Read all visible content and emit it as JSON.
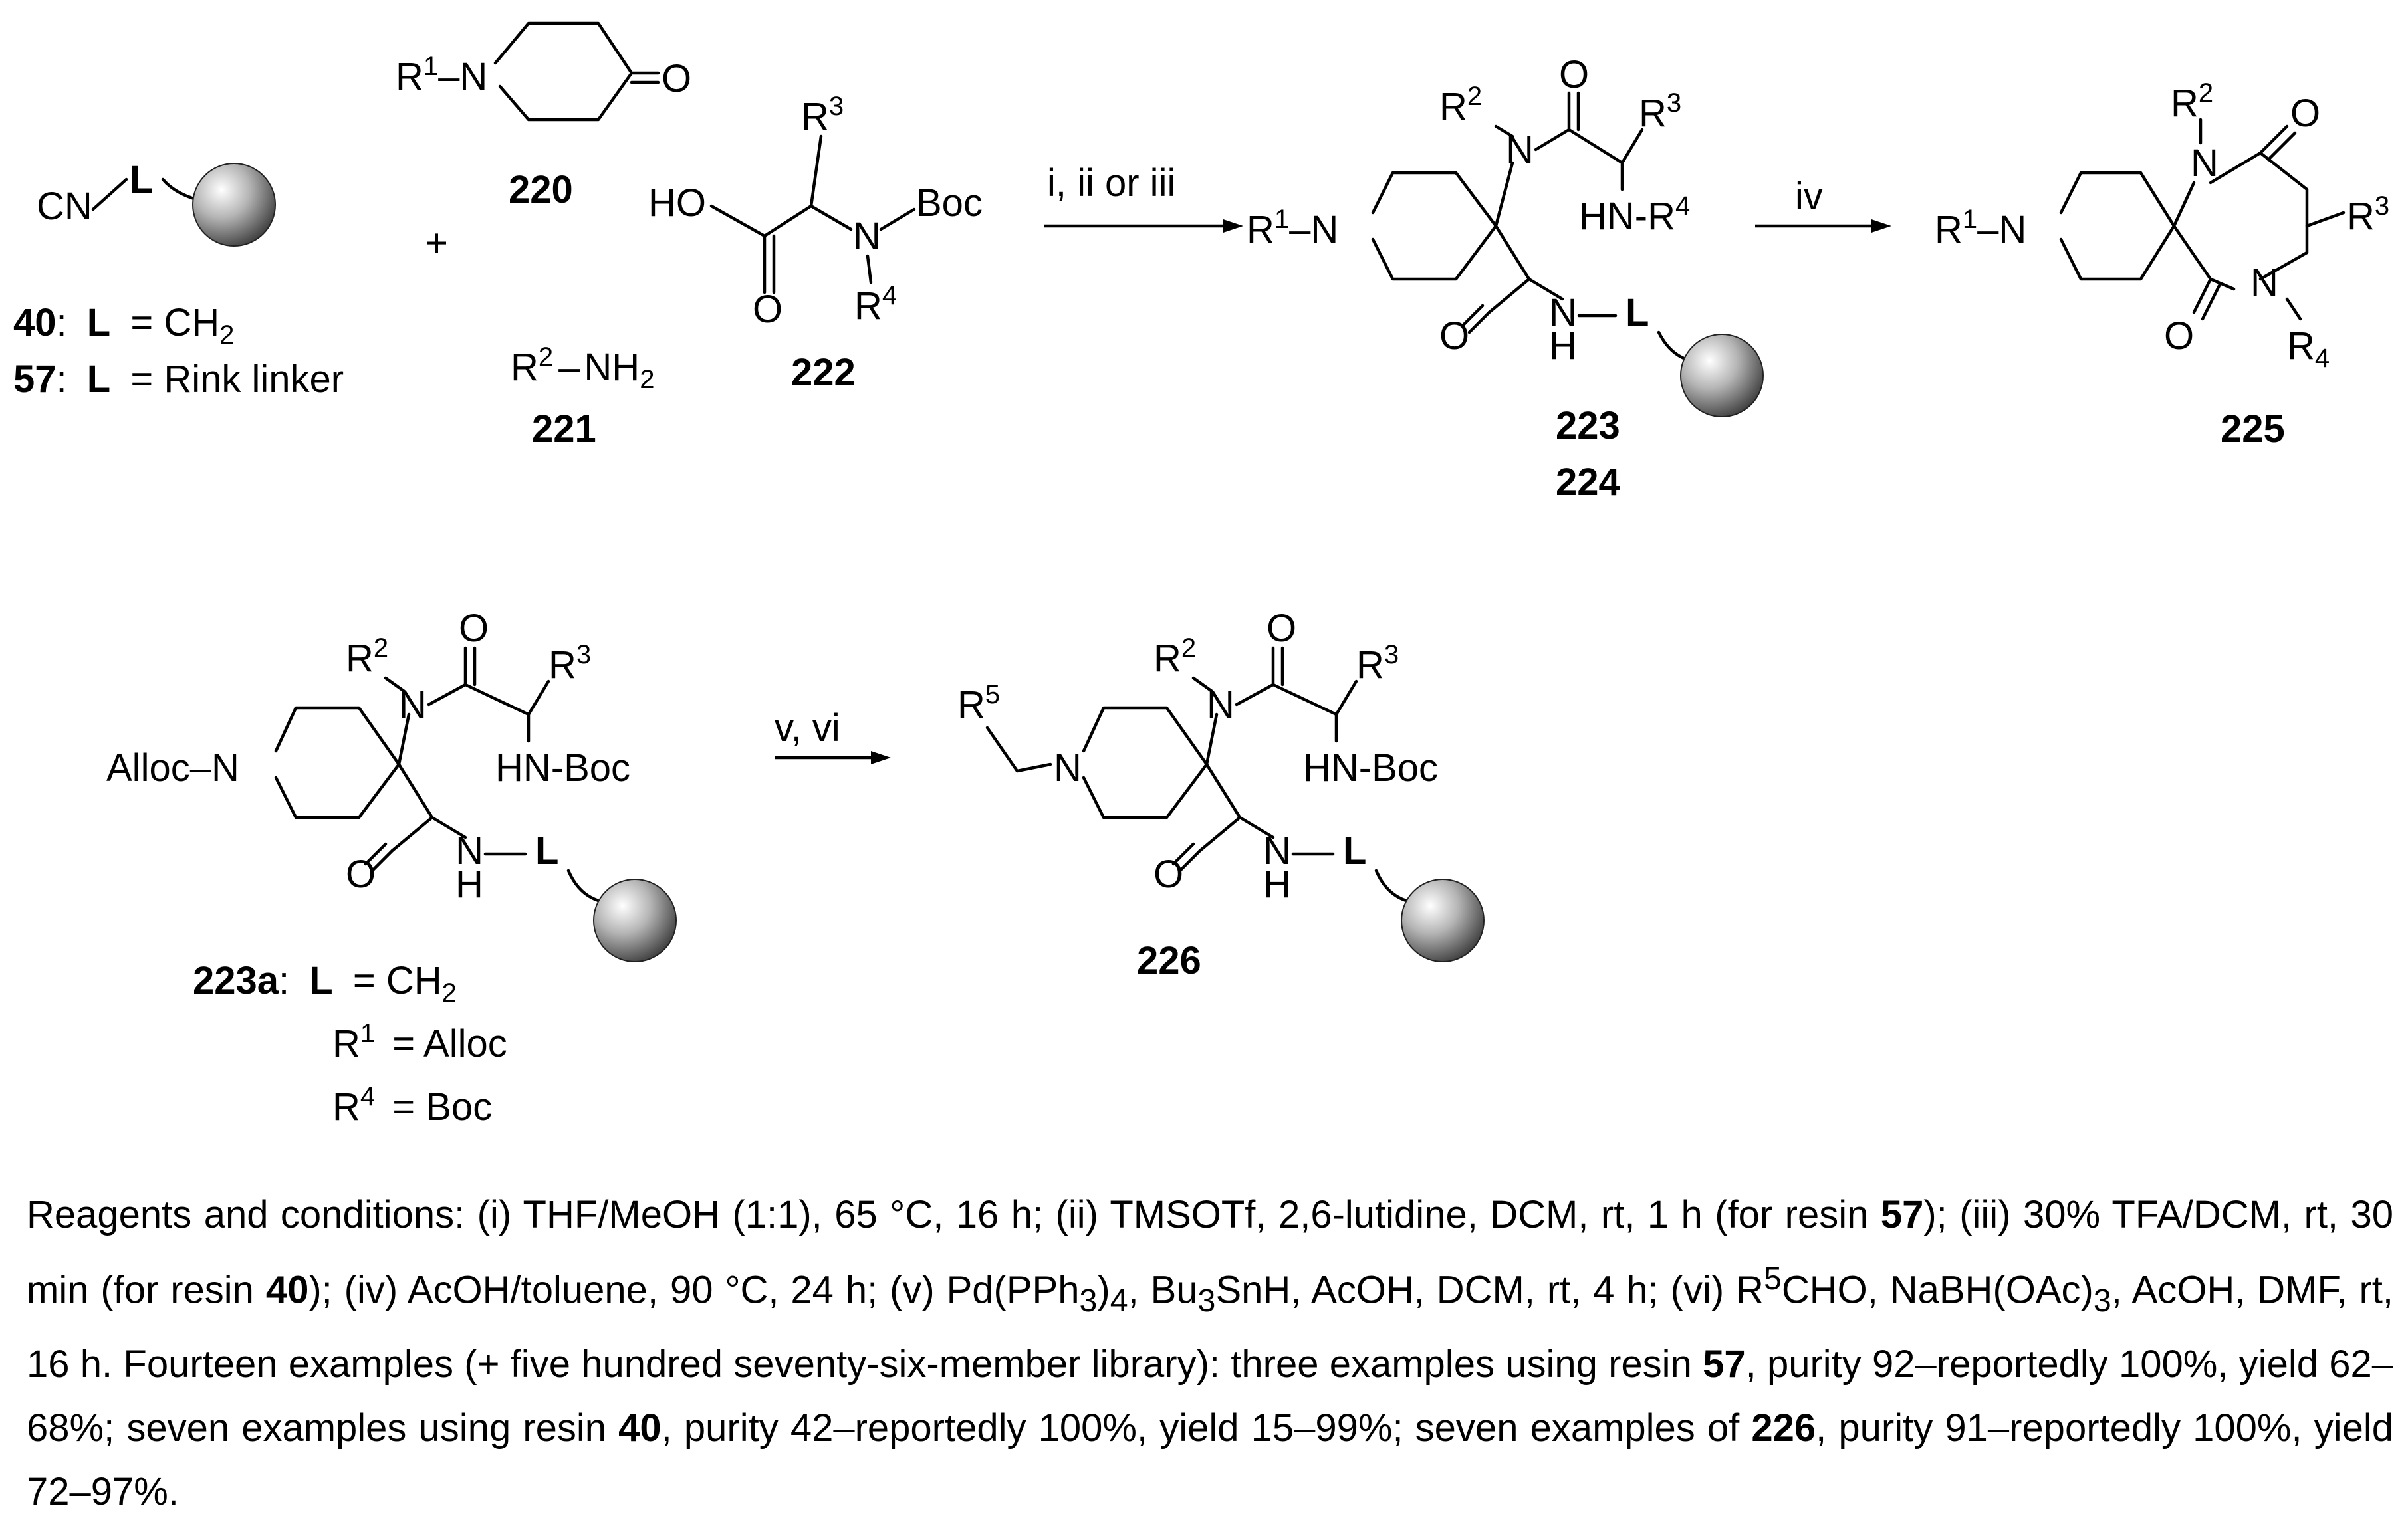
{
  "labels": {
    "c40": "40",
    "c57": "57",
    "c220": "220",
    "c221": "221",
    "c222": "222",
    "c223": "223",
    "c224": "224",
    "c225": "225",
    "c223a": "223a",
    "c226": "226"
  },
  "legend_40": {
    "compound": "40",
    "sep": ":",
    "L": "L",
    "eq": "= CH",
    "sub": "2"
  },
  "legend_57": {
    "compound": "57",
    "sep": ":",
    "L": "L",
    "eq": "= Rink linker"
  },
  "legend_223a": {
    "compound": "223a",
    "sep": ":",
    "L": "L",
    "eq": "= CH",
    "sub": "2",
    "r1": "R",
    "r1_sup": "1",
    "r1_val": "= Alloc",
    "r4": "R",
    "r4_sup": "4",
    "r4_val": "= Boc"
  },
  "atoms": {
    "CN": "CN",
    "L": "L",
    "plus": "+",
    "R": "R",
    "N": "N",
    "O": "O",
    "H": "H",
    "HO": "HO",
    "Boc": "Boc",
    "NH": "NH",
    "HN": "HN",
    "Alloc": "Alloc",
    "sup1": "1",
    "sup2": "2",
    "sup3": "3",
    "sup4": "4",
    "sup5": "5",
    "sub2": "2",
    "R4_sub": "4",
    "dash": "–",
    "dash_boc": "-Boc",
    "dash_r": "-R"
  },
  "arrows": {
    "step1": "i, ii or iii",
    "step2": "iv",
    "step3": "v, vi"
  },
  "conditions": {
    "t1": "Reagents and conditions: (i) THF/MeOH (1:1), 65 °C, 16 h; (ii) TMSOTf, 2,6-lutidine, DCM, rt, 1 h (for resin ",
    "b1": "57",
    "t2": "); (iii) 30% TFA/DCM, rt, 30 min (for resin ",
    "b2": "40",
    "t3": "); (iv) AcOH/toluene, 90 °C, 24 h; (v) Pd(PPh",
    "s1": "3",
    "t4": ")",
    "s2": "4",
    "t5": ", Bu",
    "s3": "3",
    "t6": "SnH, AcOH, DCM, rt, 4 h; (vi) R",
    "p1": "5",
    "t7": "CHO, NaBH(OAc)",
    "s4": "3",
    "t8": ", AcOH, DMF, rt, 16 h. Fourteen examples (+ five hundred seventy-six-member library): three examples using resin ",
    "b3": "57",
    "t9": ", purity 92–reportedly 100%, yield 62–68%; seven examples using resin ",
    "b4": "40",
    "t10": ", purity 42–reportedly 100%, yield 15–99%; seven examples of ",
    "b5": "226",
    "t11": ", purity 91–reportedly 100%, yield 72–97%."
  }
}
